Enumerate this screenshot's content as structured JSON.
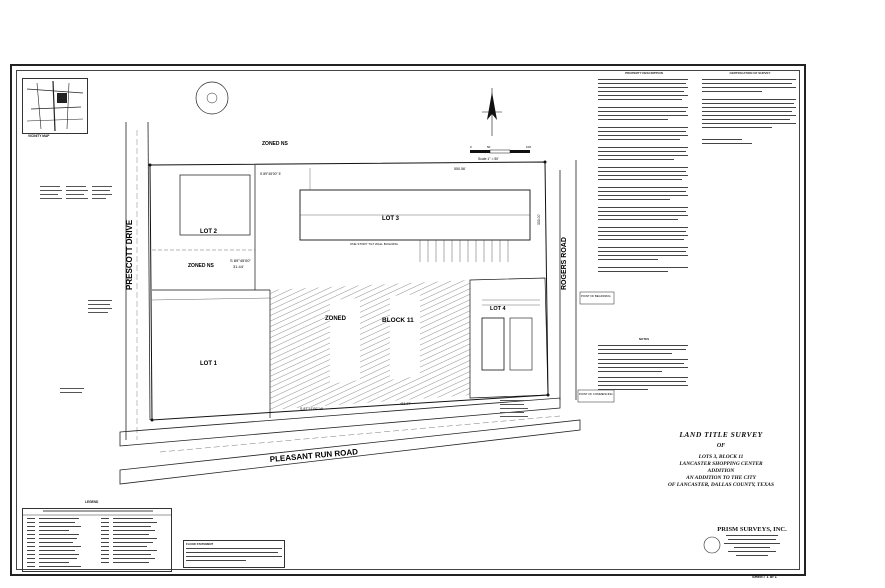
{
  "drawing": {
    "streets": {
      "prescott": "PRESCOTT DRIVE",
      "pleasant_run": "PLEASANT RUN ROAD",
      "rogers": "ROGERS ROAD"
    },
    "zones": {
      "north_top": "ZONED NS",
      "north_mid": "ZONED NS"
    },
    "lots": {
      "lot1": "LOT 1",
      "lot2": "LOT 2",
      "lot3": "LOT 3",
      "lot4": "LOT 4"
    },
    "block": "BLOCK 11",
    "zoned_block": "ZONED",
    "bearings": {
      "north_line": "S 89°45'00\" E",
      "mid_line": "S 89°45'00\"",
      "mid_dist": "31.44'",
      "south_line": "S 87°11'00\" W",
      "top_dist": "550.56'",
      "rogers_dist": "333.00'",
      "pleasant_dist": "411.07'"
    },
    "building": "ONE STORY TILT WALL BUILDING",
    "point_of_beginning": "POINT OF BEGINNING",
    "point_of_commencing": "POINT OF COMMENCING",
    "scale_label": "Scale 1\" = 50'",
    "scale_ticks": [
      "0",
      "50",
      "100"
    ],
    "vicinity_label": "VICINITY MAP"
  },
  "title_block": {
    "title": "LAND TITLE SURVEY",
    "of": "OF",
    "line1": "LOTS 3, BLOCK 11",
    "line2": "LANCASTER SHOPPING CENTER",
    "line3": "ADDITION",
    "line4": "AN ADDITION TO THE CITY",
    "line5": "OF LANCASTER, DALLAS COUNTY, TEXAS"
  },
  "company": {
    "name": "PRISM SURVEYS, INC."
  },
  "sheet": {
    "label": "SHEET 1 of 1"
  },
  "sections": {
    "legend": "LEGEND",
    "flood": "FLOOD STATEMENT",
    "property_desc": "PROPERTY DESCRIPTION",
    "certification": "CERTIFICATION OF SURVEY",
    "notes": "NOTES"
  },
  "colors": {
    "ink": "#111111",
    "paper": "#ffffff",
    "hatch": "#333333"
  }
}
